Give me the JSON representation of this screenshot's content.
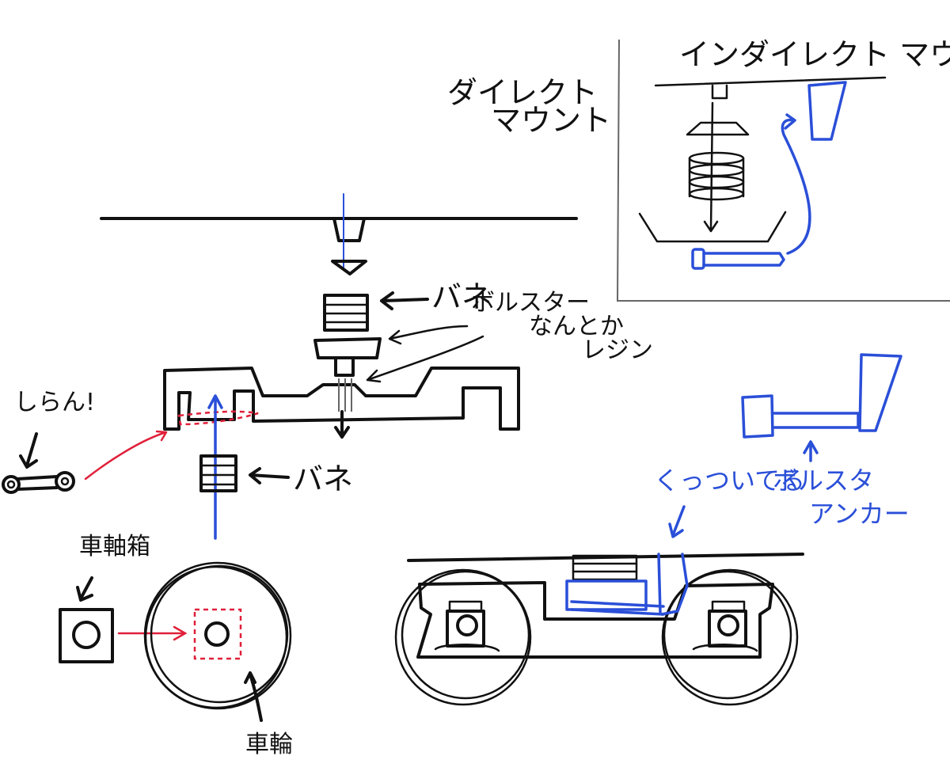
{
  "labels": {
    "direct_mount": [
      "ダイレクト",
      "マウント"
    ],
    "indirect_mount": "インダイレクト マウント",
    "spring_top": "バネ",
    "bolster": "ボルスター",
    "resin": [
      "なんとか",
      "レジン"
    ],
    "unknown": "しらん!",
    "spring_bottom": "バネ",
    "axle_box": "車軸箱",
    "wheel": "車輪",
    "bent": "くっついてる",
    "bolster_anchor": [
      "ボルスタ",
      "アンカー"
    ]
  },
  "colors": {
    "ink": "#111111",
    "accent_blue": "#2a4fd8",
    "accent_red": "#e0203a",
    "frame_gray": "#666666"
  }
}
